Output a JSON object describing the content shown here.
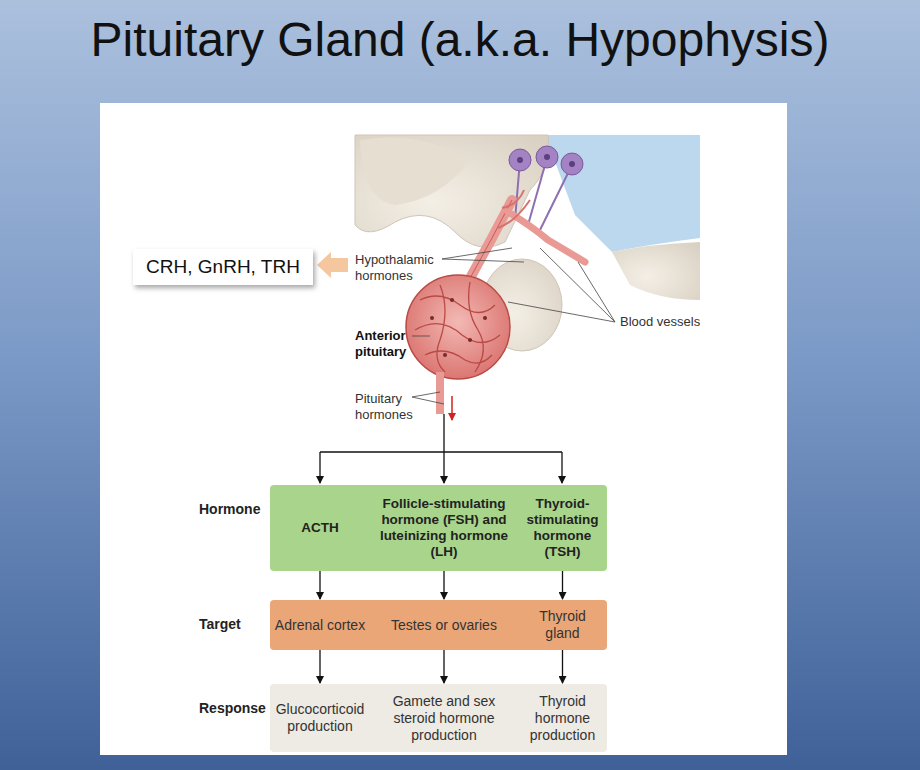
{
  "diagram": {
    "title": "Pituitary Gland (a.k.a. Hypophysis)",
    "nodes": [
      {
        "text": [
          "CRH, GnRH, TRH"
        ]
      },
      {
        "text": [
          "Hormone"
        ]
      },
      {
        "text": [
          "ACTH"
        ],
        "in": 1
      },
      {
        "text": [
          "Follicle-stimulating hormone (FSH) and luteinizing hormone (LH)"
        ],
        "in": 1
      },
      {
        "text": [
          "Thyroid-stimulating hormone (TSH)"
        ],
        "in": 1
      },
      {
        "text": [
          "Target"
        ]
      },
      {
        "text": [
          "Adrenal cortex"
        ],
        "in": 5
      },
      {
        "text": [
          "Testes or ovaries"
        ],
        "in": 5
      },
      {
        "text": [
          "Thyroid gland"
        ],
        "in": 5
      },
      {
        "text": [
          "Response"
        ]
      },
      {
        "text": [
          "Glucocorticoid production"
        ],
        "in": 9
      },
      {
        "text": [
          "Gamete and sex steroid hormone production"
        ],
        "in": 9
      },
      {
        "text": [
          "Thyroid hormone production"
        ],
        "in": 9
      }
    ],
    "edges": [
      {
        "from": 2,
        "to": 6,
        "arrow": "to"
      },
      {
        "from": 3,
        "to": 7,
        "arrow": "to"
      },
      {
        "from": 4,
        "to": 8,
        "arrow": "to"
      },
      {
        "from": 6,
        "to": 10,
        "arrow": "to"
      },
      {
        "from": 7,
        "to": 11,
        "arrow": "to"
      },
      {
        "from": 8,
        "to": 12,
        "arrow": "to"
      }
    ],
    "labels": [
      "Hypothalamic hormones",
      "Blood vessels",
      "Anterior pituitary",
      "Pituitary hormones"
    ]
  }
}
